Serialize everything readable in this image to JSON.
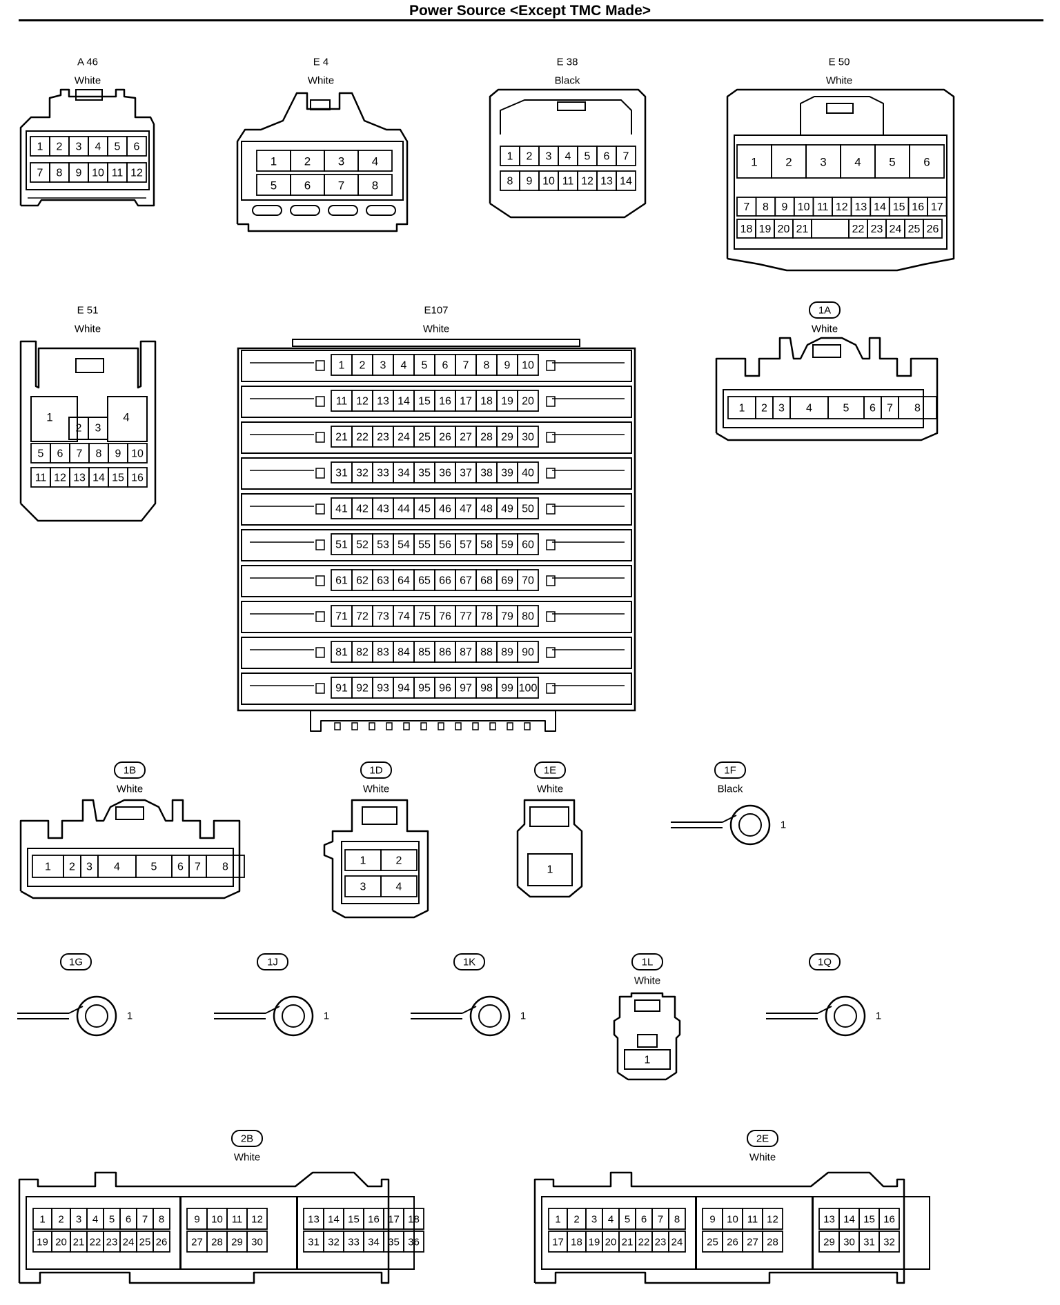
{
  "title": "Power Source <Except TMC Made>",
  "connectors": [
    {
      "id": "A 46",
      "color": "White",
      "boxed": false,
      "pins": [
        [
          "1",
          "2",
          "3",
          "4",
          "5",
          "6"
        ],
        [
          "7",
          "8",
          "9",
          "10",
          "11",
          "12"
        ]
      ]
    },
    {
      "id": "E 4",
      "color": "White",
      "boxed": false,
      "pins": [
        [
          "1",
          "2",
          "3",
          "4"
        ],
        [
          "5",
          "6",
          "7",
          "8"
        ]
      ]
    },
    {
      "id": "E 38",
      "color": "Black",
      "boxed": false,
      "pins": [
        [
          "1",
          "2",
          "3",
          "4",
          "5",
          "6",
          "7"
        ],
        [
          "8",
          "9",
          "10",
          "11",
          "12",
          "13",
          "14"
        ]
      ]
    },
    {
      "id": "E 50",
      "color": "White",
      "boxed": false,
      "pins": [
        [
          "1",
          "2",
          "3",
          "4",
          "5",
          "6"
        ],
        [
          "7",
          "8",
          "9",
          "10",
          "11",
          "12",
          "13",
          "14",
          "15",
          "16",
          "17"
        ],
        [
          "18",
          "19",
          "20",
          "21",
          "",
          "22",
          "23",
          "24",
          "25",
          "26"
        ]
      ]
    },
    {
      "id": "E 51",
      "color": "White",
      "boxed": false,
      "pins": [
        [
          "1",
          "2",
          "3",
          "4"
        ],
        [
          "5",
          "6",
          "7",
          "8",
          "9",
          "10"
        ],
        [
          "11",
          "12",
          "13",
          "14",
          "15",
          "16"
        ]
      ]
    },
    {
      "id": "E107",
      "color": "White",
      "boxed": false,
      "rows": 10,
      "cols": 10
    },
    {
      "id": "1A",
      "color": "White",
      "boxed": true,
      "pins": [
        [
          "1",
          "2",
          "3",
          "4",
          "5",
          "6",
          "7",
          "8"
        ]
      ]
    },
    {
      "id": "1B",
      "color": "White",
      "boxed": true,
      "pins": [
        [
          "1",
          "2",
          "3",
          "4",
          "5",
          "6",
          "7",
          "8"
        ]
      ]
    },
    {
      "id": "1D",
      "color": "White",
      "boxed": true,
      "pins": [
        [
          "1",
          "2"
        ],
        [
          "3",
          "4"
        ]
      ]
    },
    {
      "id": "1E",
      "color": "White",
      "boxed": true,
      "pins": [
        [
          "1"
        ]
      ]
    },
    {
      "id": "1F",
      "color": "Black",
      "boxed": true,
      "terminal": "1"
    },
    {
      "id": "1G",
      "color": "",
      "boxed": true,
      "terminal": "1"
    },
    {
      "id": "1J",
      "color": "",
      "boxed": true,
      "terminal": "1"
    },
    {
      "id": "1K",
      "color": "",
      "boxed": true,
      "terminal": "1"
    },
    {
      "id": "1L",
      "color": "White",
      "boxed": true,
      "pins": [
        [
          "1"
        ]
      ]
    },
    {
      "id": "1Q",
      "color": "",
      "boxed": true,
      "terminal": "1"
    },
    {
      "id": "2B",
      "color": "White",
      "boxed": true,
      "groups": [
        [
          [
            "1",
            "2",
            "3",
            "4",
            "5",
            "6",
            "7",
            "8"
          ],
          [
            "19",
            "20",
            "21",
            "22",
            "23",
            "24",
            "25",
            "26"
          ]
        ],
        [
          [
            "9",
            "10",
            "11",
            "12"
          ],
          [
            "27",
            "28",
            "29",
            "30"
          ]
        ],
        [
          [
            "13",
            "14",
            "15",
            "16",
            "17",
            "18"
          ],
          [
            "31",
            "32",
            "33",
            "34",
            "35",
            "36"
          ]
        ]
      ]
    },
    {
      "id": "2E",
      "color": "White",
      "boxed": true,
      "groups": [
        [
          [
            "1",
            "2",
            "3",
            "4",
            "5",
            "6",
            "7",
            "8"
          ],
          [
            "17",
            "18",
            "19",
            "20",
            "21",
            "22",
            "23",
            "24"
          ]
        ],
        [
          [
            "9",
            "10",
            "11",
            "12"
          ],
          [
            "25",
            "26",
            "27",
            "28"
          ]
        ],
        [
          [
            "13",
            "14",
            "15",
            "16"
          ],
          [
            "29",
            "30",
            "31",
            "32"
          ]
        ]
      ]
    }
  ]
}
